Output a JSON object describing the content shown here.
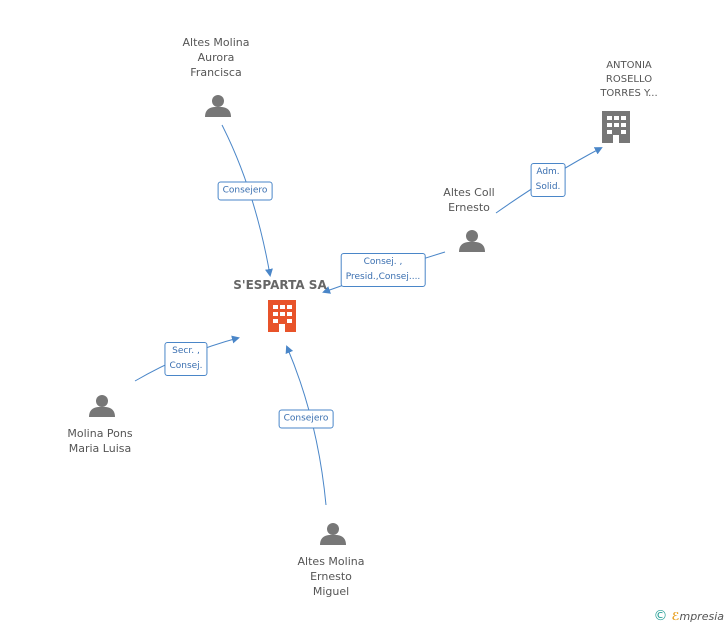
{
  "center": {
    "name": "S'ESPARTA SA"
  },
  "people": [
    {
      "id": "aurora",
      "lines": [
        "Altes Molina",
        "Aurora",
        "Francisca"
      ]
    },
    {
      "id": "ernesto",
      "lines": [
        "Altes Coll",
        "Ernesto"
      ]
    },
    {
      "id": "marialuisa",
      "lines": [
        "Molina Pons",
        "Maria Luisa"
      ]
    },
    {
      "id": "miguel",
      "lines": [
        "Altes Molina",
        "Ernesto",
        "Miguel"
      ]
    }
  ],
  "company": {
    "lines": [
      "ANTONIA",
      "ROSELLO",
      "TORRES Y..."
    ]
  },
  "edges": [
    {
      "id": "e1",
      "lines": [
        "Consejero"
      ]
    },
    {
      "id": "e2",
      "lines": [
        "Consej. ,",
        "Presid.,Consej...."
      ]
    },
    {
      "id": "e3",
      "lines": [
        "Adm.",
        "Solid."
      ]
    },
    {
      "id": "e4",
      "lines": [
        "Secr. ,",
        "Consej."
      ]
    },
    {
      "id": "e5",
      "lines": [
        "Consejero"
      ]
    }
  ],
  "watermark": {
    "symbol": "©",
    "brand_first": "ℰ",
    "brand_rest": "mpresia"
  },
  "colors": {
    "edge": "#4a86c8",
    "person": "#777777",
    "company": "#777777",
    "center": "#e8532a"
  }
}
